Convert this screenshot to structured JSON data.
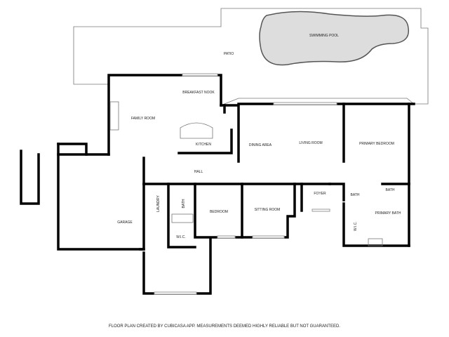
{
  "rooms": {
    "swimming_pool": "SWIMMING POOL",
    "patio": "PATIO",
    "breakfast_nook": "BREAKFAST NOOK",
    "family_room": "FAMILY ROOM",
    "kitchen": "KITCHEN",
    "hall": "HALL",
    "dining_area": "DINING AREA",
    "living_room": "LIVING ROOM",
    "primary_bedroom": "PRIMARY BEDROOM",
    "garage": "GARAGE",
    "laundry": "LAUNDRY",
    "bath_1": "BATH",
    "wic_1": "W.I.C.",
    "bedroom": "BEDROOM",
    "sitting_room": "SITTING ROOM",
    "foyer": "FOYER",
    "bath_2": "BATH",
    "bath_3": "BATH",
    "wic_2": "W.I.C.",
    "primary_bath": "PRIMARY BATH"
  },
  "footer": "FLOOR PLAN CREATED BY CUBICASA APP. MEASUREMENTS DEEMED HIGHLY RELIABLE BUT NOT GUARANTEED."
}
